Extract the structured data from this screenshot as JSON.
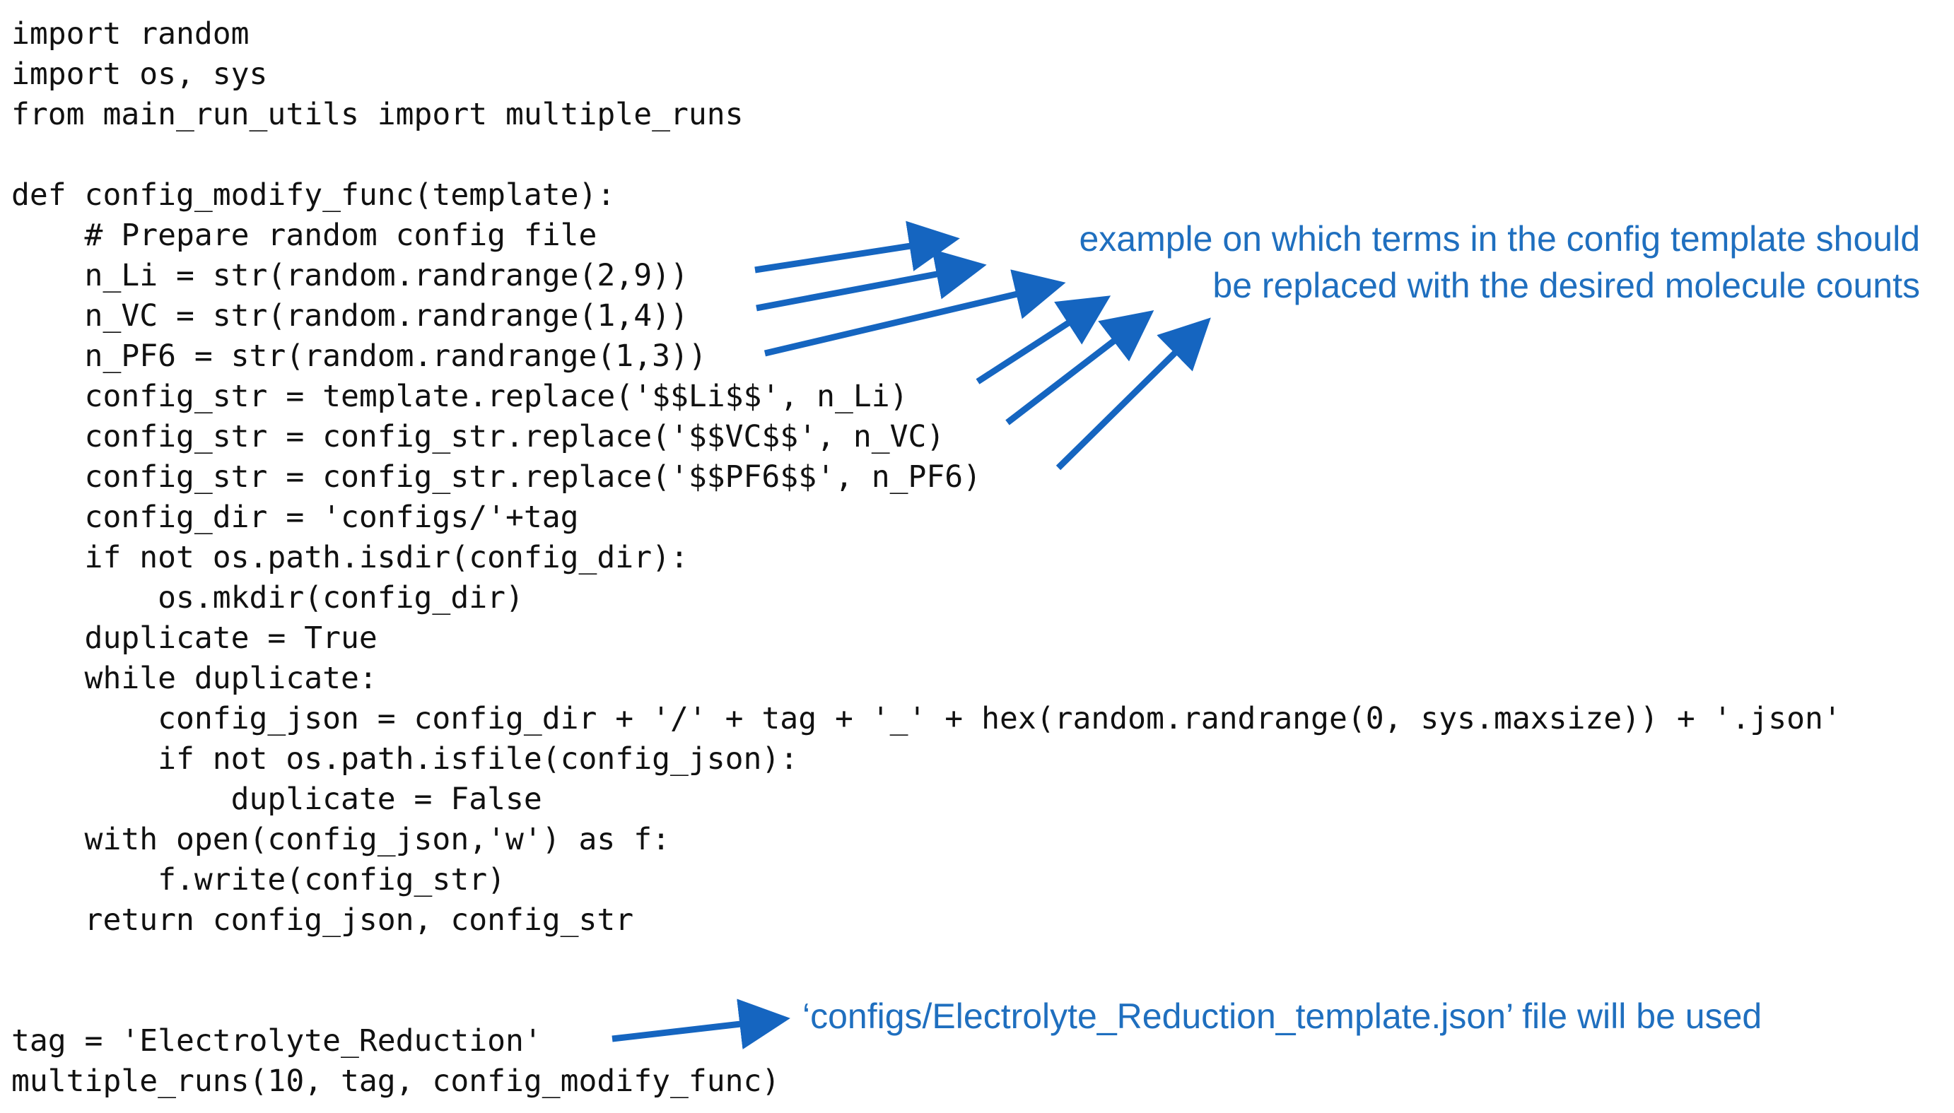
{
  "code": {
    "lines": [
      "import random",
      "import os, sys",
      "from main_run_utils import multiple_runs",
      "",
      "def config_modify_func(template):",
      "    # Prepare random config file",
      "    n_Li = str(random.randrange(2,9))",
      "    n_VC = str(random.randrange(1,4))",
      "    n_PF6 = str(random.randrange(1,3))",
      "    config_str = template.replace('$$Li$$', n_Li)",
      "    config_str = config_str.replace('$$VC$$', n_VC)",
      "    config_str = config_str.replace('$$PF6$$', n_PF6)",
      "    config_dir = 'configs/'+tag",
      "    if not os.path.isdir(config_dir):",
      "        os.mkdir(config_dir)",
      "    duplicate = True",
      "    while duplicate:",
      "        config_json = config_dir + '/' + tag + '_' + hex(random.randrange(0, sys.maxsize)) + '.json'",
      "        if not os.path.isfile(config_json):",
      "            duplicate = False",
      "    with open(config_json,'w') as f:",
      "        f.write(config_str)",
      "    return config_json, config_str",
      "",
      "",
      "tag = 'Electrolyte_Reduction'",
      "multiple_runs(10, tag, config_modify_func)"
    ]
  },
  "annotations": {
    "replace_note_line1": "example on which terms in the config template should",
    "replace_note_line2": "be replaced with the desired molecule counts",
    "template_note": "‘configs/Electrolyte_Reduction_template.json’ file will be used"
  },
  "colors": {
    "annotation": "#1f6fbf",
    "arrow": "#1565c0",
    "code_text": "#111111"
  }
}
